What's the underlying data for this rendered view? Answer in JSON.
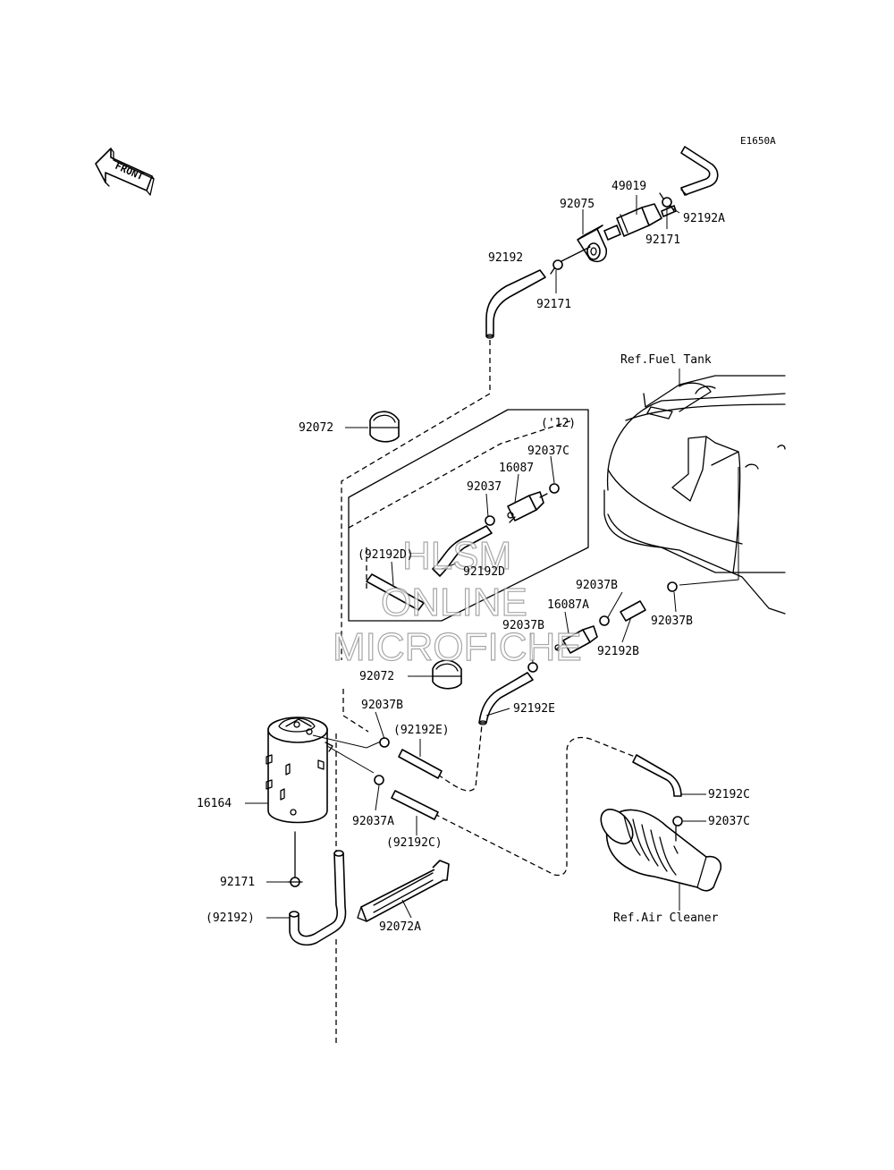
{
  "diagram_code": "E1650A",
  "front_arrow": "FRONT",
  "watermark": [
    "HLSM",
    "ONLINE",
    "MICROFICHE"
  ],
  "parts": {
    "p49019": "49019",
    "p92075": "92075",
    "p92192A": "92192A",
    "p92171_top": "92171",
    "p92192_top": "92192",
    "p92171_mid": "92171",
    "ref_fuel_tank": "Ref.Fuel Tank",
    "p92072_top": "92072",
    "year_12": "('12)",
    "p92037C_box": "92037C",
    "p16087": "16087",
    "p92037_box": "92037",
    "p92192D_paren": "(92192D)",
    "p92192D": "92192D",
    "p92037B_r1": "92037B",
    "p16087A": "16087A",
    "p92037B_r2": "92037B",
    "p92037B_r3": "92037B",
    "p92192B": "92192B",
    "p92072_mid": "92072",
    "p92037B_l": "92037B",
    "p92192E_paren": "(92192E)",
    "p92192E": "92192E",
    "p16164": "16164",
    "p92037A": "92037A",
    "p92192C_paren": "(92192C)",
    "p92192C": "92192C",
    "p92037C": "92037C",
    "p92171_bot": "92171",
    "p92192_paren": "(92192)",
    "p92072A": "92072A",
    "ref_air_cleaner": "Ref.Air Cleaner"
  }
}
